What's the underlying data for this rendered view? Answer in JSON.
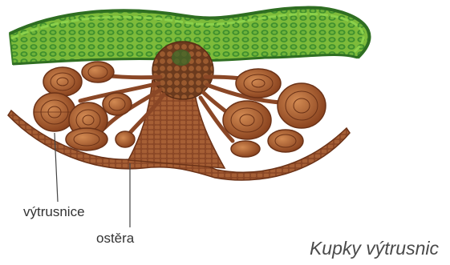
{
  "labels": {
    "sporangium": "výtrusnice",
    "indusium": "ostěra"
  },
  "caption": "Kupky výtrusnic",
  "colors": {
    "leaf_outer": "#3f8a2c",
    "leaf_inner": "#8cc63f",
    "leaf_cell": "#5fa83a",
    "brown_dark": "#7a3a1c",
    "brown_mid": "#9b5530",
    "brown_light": "#c07a4c",
    "label_text": "#333333",
    "caption_text": "#4a4a4a"
  }
}
